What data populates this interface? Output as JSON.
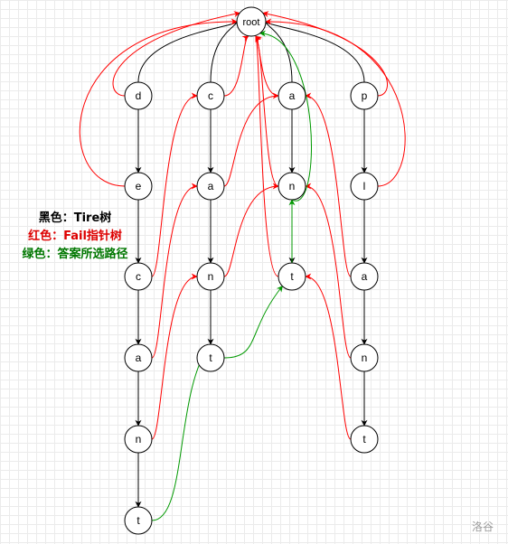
{
  "colors": {
    "trie_edge": "#000000",
    "fail_edge": "#ff0000",
    "answer_path": "#009900",
    "node_fill": "#ffffff",
    "node_stroke": "#000000"
  },
  "legend": {
    "black": "黑色：Tire树",
    "red": "红色：Fail指针树",
    "green": "绿色：答案所选路径"
  },
  "watermark": "洛谷",
  "nodes": [
    {
      "id": "root",
      "label": "root"
    },
    {
      "id": "d",
      "label": "d"
    },
    {
      "id": "c1",
      "label": "c"
    },
    {
      "id": "a1",
      "label": "a"
    },
    {
      "id": "p",
      "label": "p"
    },
    {
      "id": "e",
      "label": "e"
    },
    {
      "id": "a2",
      "label": "a"
    },
    {
      "id": "n1",
      "label": "n"
    },
    {
      "id": "l",
      "label": "l"
    },
    {
      "id": "c2",
      "label": "c"
    },
    {
      "id": "n2",
      "label": "n"
    },
    {
      "id": "t1",
      "label": "t"
    },
    {
      "id": "a3",
      "label": "a"
    },
    {
      "id": "a4",
      "label": "a"
    },
    {
      "id": "t2",
      "label": "t"
    },
    {
      "id": "n3",
      "label": "n"
    },
    {
      "id": "n4",
      "label": "n"
    },
    {
      "id": "t3",
      "label": "t"
    },
    {
      "id": "t4",
      "label": "t"
    }
  ],
  "trie_edges": [
    [
      "root",
      "d"
    ],
    [
      "root",
      "c1"
    ],
    [
      "root",
      "a1"
    ],
    [
      "root",
      "p"
    ],
    [
      "d",
      "e"
    ],
    [
      "e",
      "c2"
    ],
    [
      "c2",
      "a4"
    ],
    [
      "a4",
      "n4"
    ],
    [
      "n4",
      "t4"
    ],
    [
      "c1",
      "a2"
    ],
    [
      "a2",
      "n2"
    ],
    [
      "n2",
      "t2"
    ],
    [
      "a1",
      "n1"
    ],
    [
      "n1",
      "t1"
    ],
    [
      "p",
      "l"
    ],
    [
      "l",
      "a3"
    ],
    [
      "a3",
      "n3"
    ],
    [
      "n3",
      "t3"
    ]
  ],
  "fail_edges": [
    [
      "d",
      "root"
    ],
    [
      "c1",
      "root"
    ],
    [
      "a1",
      "root"
    ],
    [
      "p",
      "root"
    ],
    [
      "e",
      "root"
    ],
    [
      "l",
      "root"
    ],
    [
      "c2",
      "c1"
    ],
    [
      "a4",
      "a2"
    ],
    [
      "n4",
      "n2"
    ],
    [
      "a2",
      "a1"
    ],
    [
      "n2",
      "n1"
    ],
    [
      "a3",
      "a1"
    ],
    [
      "n3",
      "n1"
    ],
    [
      "t3",
      "t1"
    ],
    [
      "n1",
      "root"
    ],
    [
      "t1",
      "root"
    ]
  ],
  "answer_path": [
    [
      "t4",
      "t2"
    ],
    [
      "t2",
      "t1"
    ],
    [
      "t1",
      "n1"
    ],
    [
      "n1",
      "root"
    ]
  ]
}
